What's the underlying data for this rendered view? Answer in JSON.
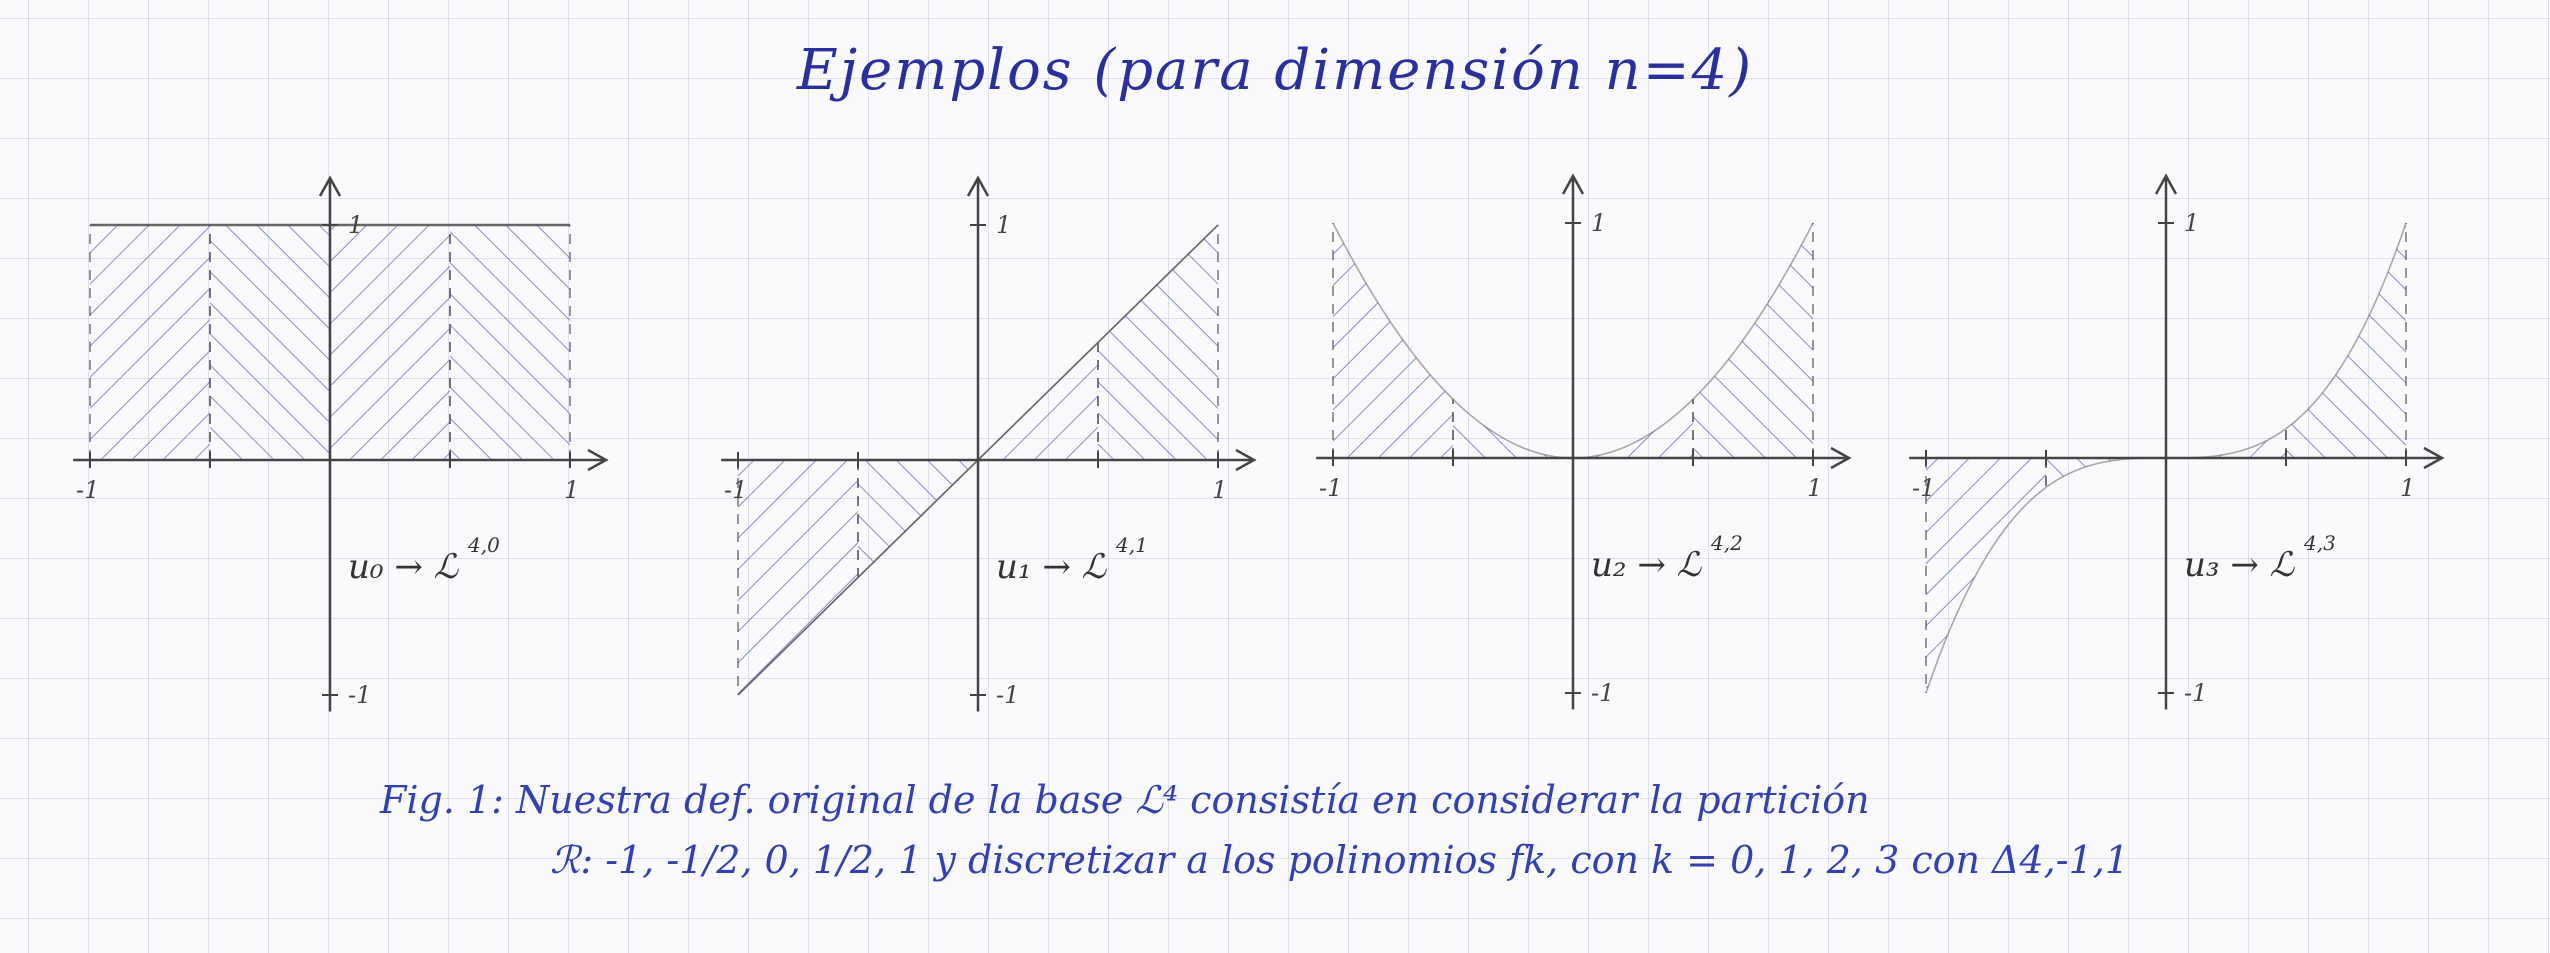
{
  "title": "Ejemplos (para dimensión n=4)",
  "graphs": [
    {
      "degree": 0,
      "label": "u₀ → ℒ^{4,0}",
      "label_main": "u₀ → ℒ",
      "label_sup": "4,0",
      "ticks": {
        "x_left": "-1",
        "x_right": "1",
        "y_top": "1",
        "y_bottom": "-1"
      }
    },
    {
      "degree": 1,
      "label": "u₁ → ℒ^{4,1}",
      "label_main": "u₁ → ℒ",
      "label_sup": "4,1",
      "ticks": {
        "x_left": "-1",
        "x_right": "1",
        "y_top": "1",
        "y_bottom": "-1"
      }
    },
    {
      "degree": 2,
      "label": "u₂ → ℒ^{4,2}",
      "label_main": "u₂ → ℒ",
      "label_sup": "4,2",
      "ticks": {
        "x_left": "-1",
        "x_right": "1",
        "y_top": "1",
        "y_bottom": "-1"
      }
    },
    {
      "degree": 3,
      "label": "u₃ → ℒ^{4,3}",
      "label_main": "u₃ → ℒ",
      "label_sup": "4,3",
      "ticks": {
        "x_left": "-1",
        "x_right": "1",
        "y_top": "1",
        "y_bottom": "-1"
      }
    }
  ],
  "caption": {
    "line1": "Fig. 1: Nuestra def. original de la base ℒ⁴ consistía en considerar la partición",
    "line2": "ℛ: -1, -1/2, 0, 1/2, 1  y discretizar a los polinomios fk, con k = 0, 1, 2, 3  con Δ4,-1,1"
  },
  "colors": {
    "ink": "#2a2f9e",
    "pencil": "#555555",
    "hatch": "#4a5cc0",
    "grid": "#a0aad0"
  }
}
